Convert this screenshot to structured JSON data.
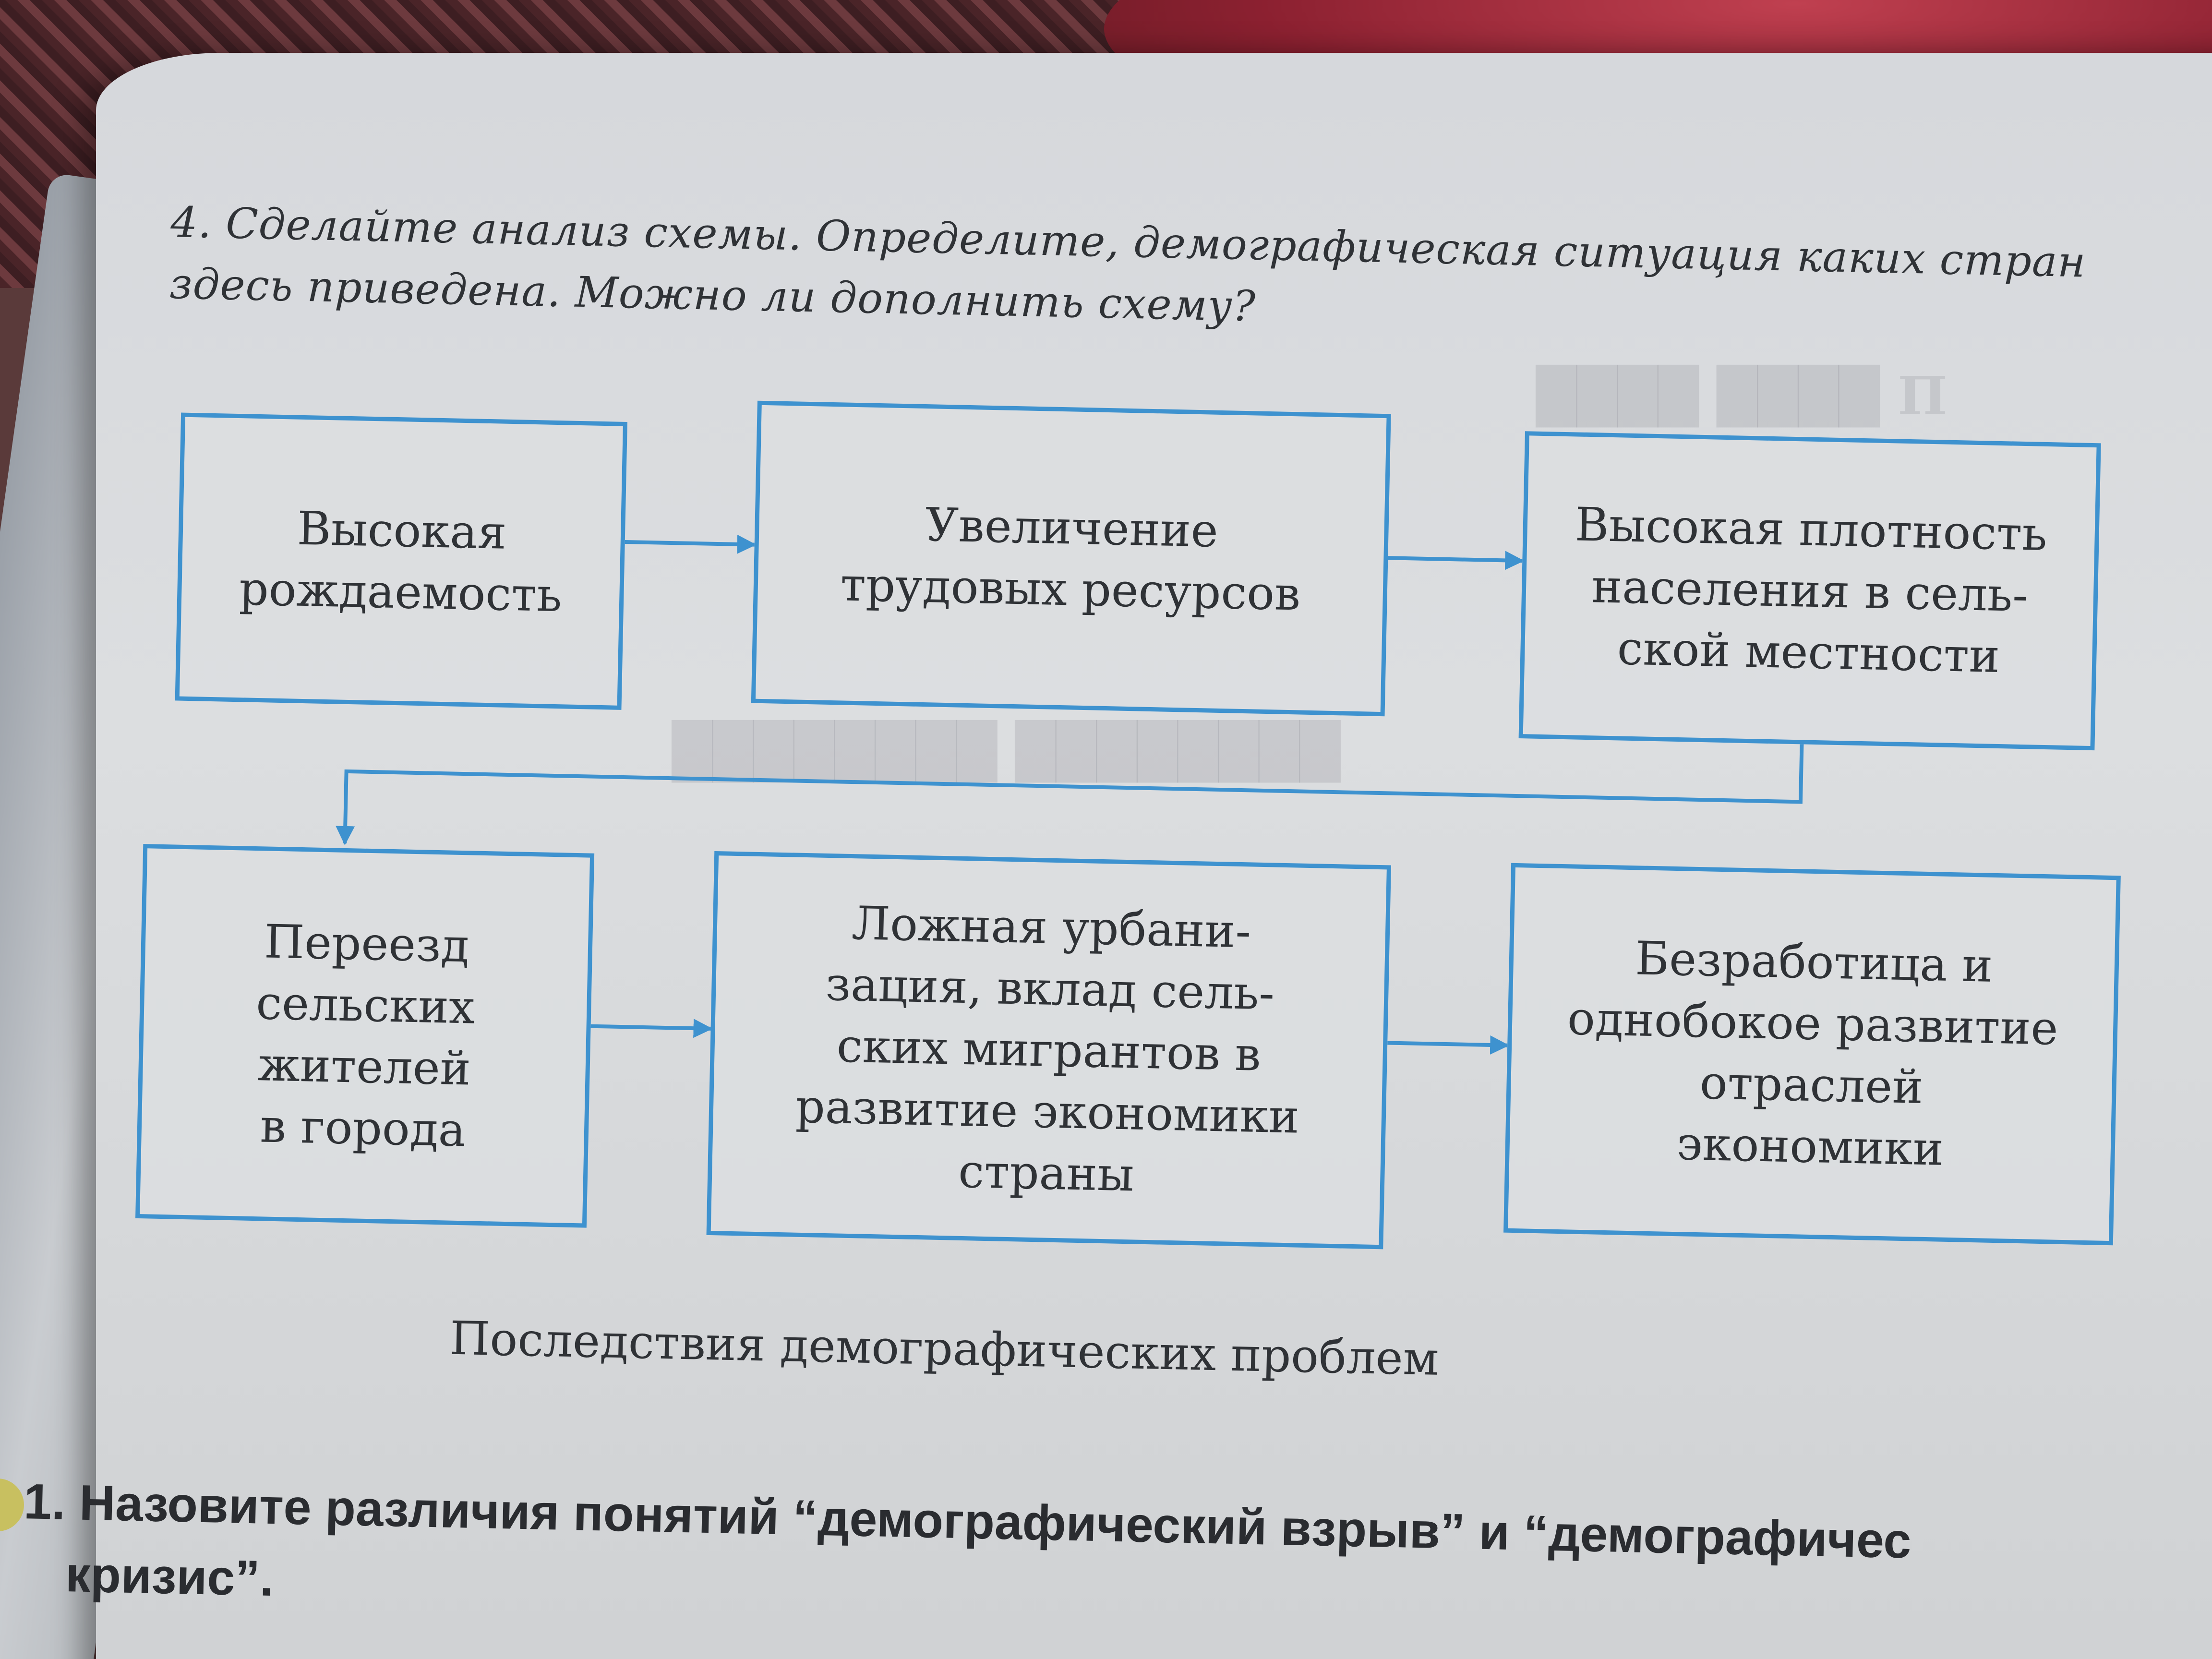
{
  "question": {
    "number": "4.",
    "line1": "Сделайте анализ схемы. Определите, демографическая ситуация каких стран",
    "line2": "здесь приведена. Можно ли дополнить схему?"
  },
  "nodes": {
    "n1": [
      "Высокая",
      "рождаемость"
    ],
    "n2": [
      "Увеличение",
      "трудовых ресурсов"
    ],
    "n3": [
      "Высокая плотность",
      "населения в сель-",
      "ской местности"
    ],
    "n4": [
      "Переезд",
      "сельских",
      "жителей",
      "в города"
    ],
    "n5": [
      "Ложная урбани-",
      "зация, вклад сель-",
      "ских мигрантов в",
      "развитие экономики",
      "страны"
    ],
    "n6": [
      "Безработица и",
      "однобокое развитие",
      "отраслей",
      "экономики"
    ]
  },
  "caption": "Последствия демографических проблем",
  "footer": {
    "line1": "1. Назовите различия понятий “демографический взрыв” и “демографичес",
    "line2": "кризис”."
  },
  "colors": {
    "box_border": "#3e92cf",
    "arrow": "#3e92cf",
    "text": "#2f3236",
    "page": "#d6d8dc"
  }
}
